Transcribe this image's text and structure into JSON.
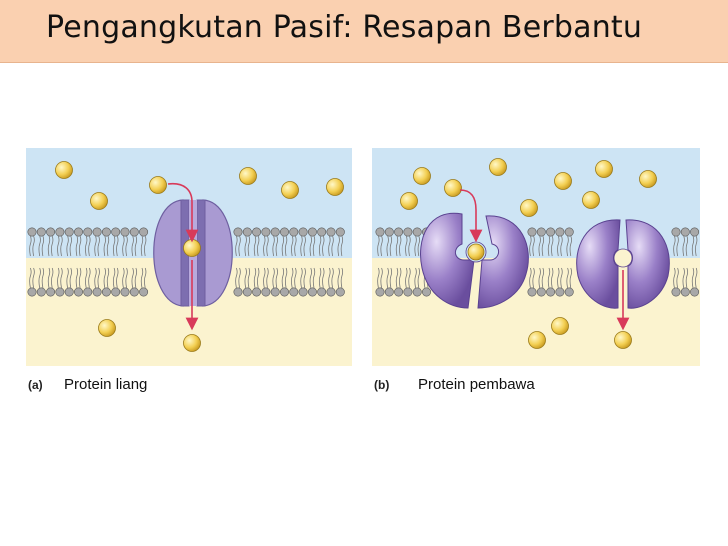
{
  "slide": {
    "title": "Pengangkutan Pasif: Resapan Berbantu"
  },
  "panels": [
    {
      "letter": "(a)",
      "caption": "Protein liang"
    },
    {
      "letter": "(b)",
      "caption": "Protein pembawa"
    }
  ],
  "colors": {
    "title_band": "#fad0b0",
    "extracellular": "#cde4f4",
    "cytoplasm": "#fbf3cf",
    "lipid_head": "#a0a0a0",
    "solute": "#f3cf52",
    "channel_protein": "#a99ad2",
    "carrier_protein": "#9a80c8",
    "arrow": "#d83a5a"
  }
}
